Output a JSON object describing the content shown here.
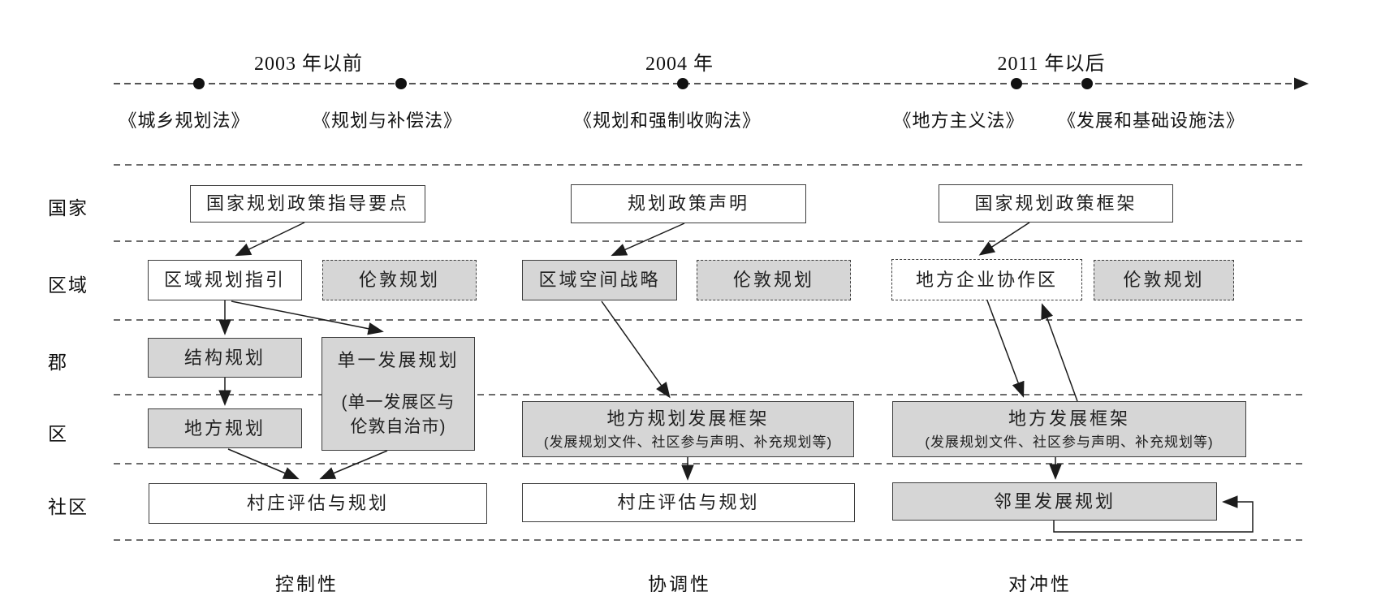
{
  "timeline": {
    "period_labels": [
      "2003 年以前",
      "2004 年",
      "2011 年以后"
    ],
    "laws": [
      "《城乡规划法》",
      "《规划与补偿法》",
      "《规划和强制收购法》",
      "《地方主义法》",
      "《发展和基础设施法》"
    ]
  },
  "row_labels": [
    "国家",
    "区域",
    "郡",
    "区",
    "社区"
  ],
  "boxes": {
    "national_2003": "国家规划政策指导要点",
    "regional_2003": "区域规划指引",
    "london_2003": "伦敦规划",
    "county_2003": "结构规划",
    "udp_2003": {
      "title": "单一发展规划",
      "sub_line1": "(单一发展区与",
      "sub_line2": "伦敦自治市)"
    },
    "district_2003": "地方规划",
    "community_2003": "村庄评估与规划",
    "national_2004": "规划政策声明",
    "regional_2004": "区域空间战略",
    "london_2004": "伦敦规划",
    "framework_2004": {
      "title": "地方规划发展框架",
      "sub": "(发展规划文件、社区参与声明、补充规划等)"
    },
    "community_2004": "村庄评估与规划",
    "national_2011": "国家规划政策框架",
    "regional_2011": "地方企业协作区",
    "london_2011": "伦敦规划",
    "framework_2011": {
      "title": "地方发展框架",
      "sub": "(发展规划文件、社区参与声明、补充规划等)"
    },
    "community_2011": "邻里发展规划"
  },
  "column_labels": [
    "控制性",
    "协调性",
    "对冲性"
  ],
  "colors": {
    "box_fill_gray": "#d6d6d6",
    "box_fill_white": "#ffffff",
    "border_color": "#3d3d3d",
    "line_color": "#1c1c1c",
    "text_color": "#1a1a1a"
  }
}
